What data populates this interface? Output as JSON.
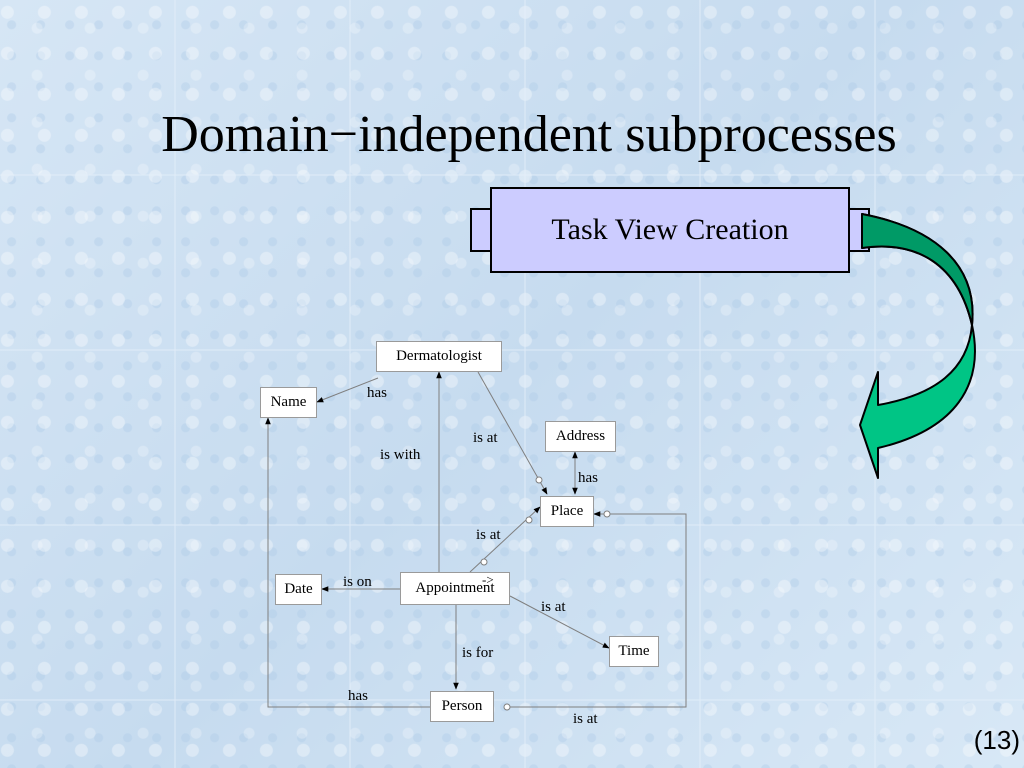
{
  "slide": {
    "title": "Domain−independent subprocesses",
    "page_number": "(13)"
  },
  "task_box": {
    "label": "Task View Creation",
    "fill_color": "#ccccff"
  },
  "arrow": {
    "fill_color": "#00c080",
    "icon": "curved-arrow-icon"
  },
  "diagram": {
    "nodes": {
      "dermatologist": "Dermatologist",
      "name": "Name",
      "address": "Address",
      "place": "Place",
      "date": "Date",
      "appointment": "Appointment",
      "time": "Time",
      "person": "Person"
    },
    "edges": {
      "derm_has_name": "has",
      "derm_is_at_place": "is at",
      "appt_is_with_derm": "is with",
      "address_has": "has",
      "appt_is_at_place": "is at",
      "appt_is_on_date": "is on",
      "appt_marker": "->",
      "appt_is_at_time": "is at",
      "appt_is_for_person": "is for",
      "person_has_name": "has",
      "person_is_at_place": "is at"
    }
  }
}
